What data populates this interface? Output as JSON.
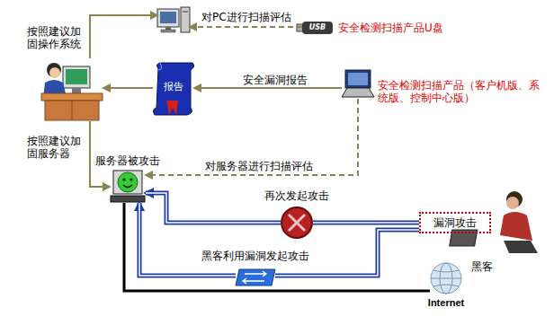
{
  "diagram": {
    "nodes": [
      {
        "text": []
      },
      {
        "text": [
          "USB",
          "安全检测扫描产品U盘"
        ]
      },
      {
        "text": []
      },
      {
        "text": [
          "报告"
        ]
      },
      {
        "text": [
          "安全检测扫描产品（客户机版、系统版、控制中心版）"
        ]
      },
      {
        "text": [
          "服务器被攻击"
        ]
      },
      {
        "text": [
          "再次发起攻击"
        ]
      },
      {
        "text": [
          "黑客"
        ]
      },
      {
        "text": [
          "漏洞攻击"
        ]
      },
      {
        "text": [
          "黑客利用漏洞发起攻击"
        ]
      },
      {
        "text": [
          "Internet"
        ]
      }
    ],
    "edges": [
      {
        "from": 1,
        "to": 0,
        "label": "对PC进行扫描评估",
        "arrow": "to"
      },
      {
        "from": 2,
        "to": 0,
        "label": "按照建议加固操作系统",
        "arrow": "to"
      },
      {
        "from": 4,
        "to": 3,
        "label": "安全漏洞报告",
        "arrow": "to"
      },
      {
        "from": 3,
        "to": 2,
        "arrow": "to"
      },
      {
        "from": 2,
        "to": 5,
        "label": "按照建议加固服务器",
        "arrow": "to"
      },
      {
        "from": 4,
        "to": 5,
        "label": "对服务器进行扫描评估",
        "arrow": "to"
      },
      {
        "from": 8,
        "to": 6,
        "arrow": "none"
      },
      {
        "from": 6,
        "to": 5,
        "arrow": "to"
      },
      {
        "from": 8,
        "to": 9,
        "arrow": "none"
      },
      {
        "from": 9,
        "to": 5,
        "arrow": "to"
      },
      {
        "from": 10,
        "to": 5,
        "arrow": "none"
      }
    ]
  }
}
